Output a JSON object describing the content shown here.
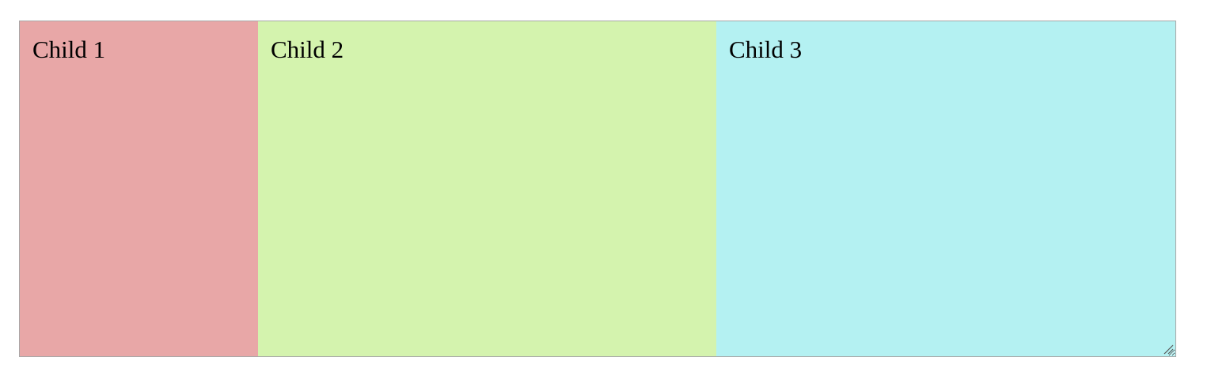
{
  "children": [
    {
      "label": "Child 1",
      "color": "#e8a7a7"
    },
    {
      "label": "Child 2",
      "color": "#d4f3ae"
    },
    {
      "label": "Child 3",
      "color": "#b4f1f2"
    }
  ],
  "container": {
    "border_color": "#a7a7a7"
  },
  "icons": {
    "resize_handle": "resize-grip-icon"
  }
}
